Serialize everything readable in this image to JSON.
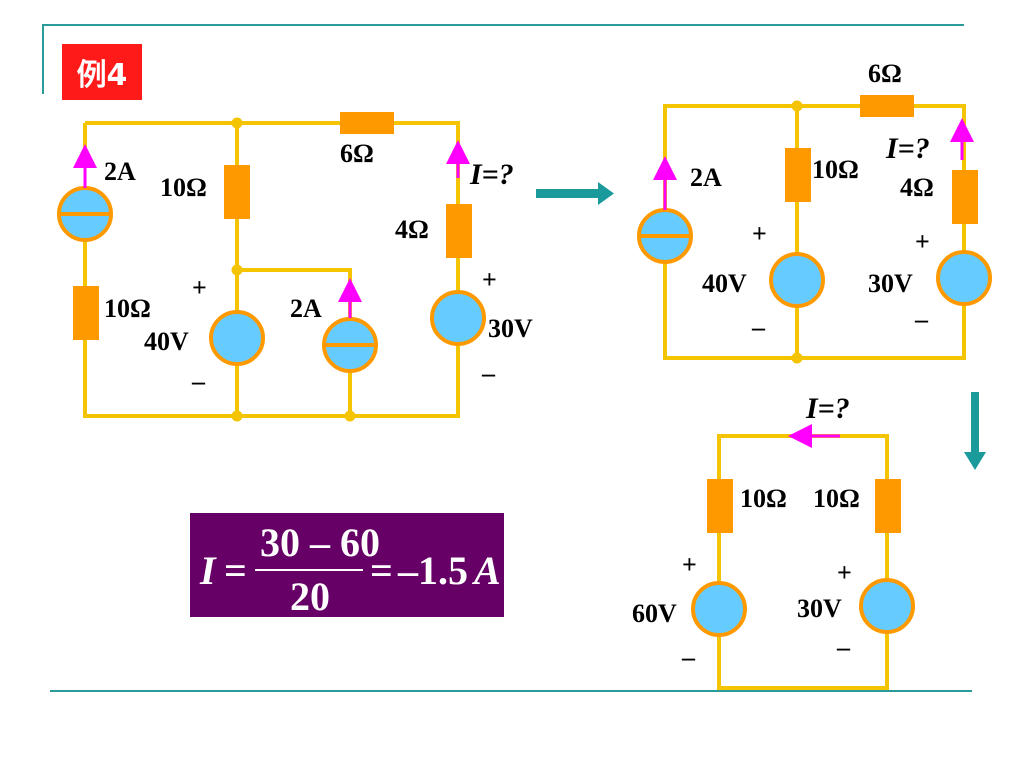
{
  "example_tag": "例4",
  "labels": {
    "c1_2a_left": "2A",
    "c1_r10_mid": "10Ω",
    "c1_r6": "6Ω",
    "c1_i_q": "I=?",
    "c1_r4": "4Ω",
    "c1_plus_40": "+",
    "c1_r10_left": "10Ω",
    "c1_2a_mid": "2A",
    "c1_40v": "40V",
    "c1_minus_40": "–",
    "c1_plus_30": "+",
    "c1_30v": "30V",
    "c1_minus_30": "–",
    "c2_r6": "6Ω",
    "c2_i_q": "I=?",
    "c2_2a": "2A",
    "c2_r10": "10Ω",
    "c2_r4": "4Ω",
    "c2_plus_40": "+",
    "c2_40v": "40V",
    "c2_minus_40": "–",
    "c2_plus_30": "+",
    "c2_30v": "30V",
    "c2_minus_30": "–",
    "c3_i_q": "I=?",
    "c3_r10_left": "10Ω",
    "c3_r10_right": "10Ω",
    "c3_plus_60": "+",
    "c3_60v": "60V",
    "c3_minus_60": "–",
    "c3_plus_30": "+",
    "c3_30v": "30V",
    "c3_minus_30": "–"
  },
  "formula": {
    "lhs": "I",
    "eq1": "=",
    "numerator": "30 – 60",
    "denominator": "20",
    "eq2": "=",
    "result_num": "–1.5",
    "result_unit": "A"
  },
  "colors": {
    "wire": "#f5c400",
    "resistor": "#ff9900",
    "source_fill": "#66ccff",
    "source_ring": "#ff9900",
    "current_arrow": "#ff00ff",
    "transform_arrow": "#1a9a9a",
    "tag_bg": "#ff1a1a",
    "formula_bg": "#660066"
  }
}
